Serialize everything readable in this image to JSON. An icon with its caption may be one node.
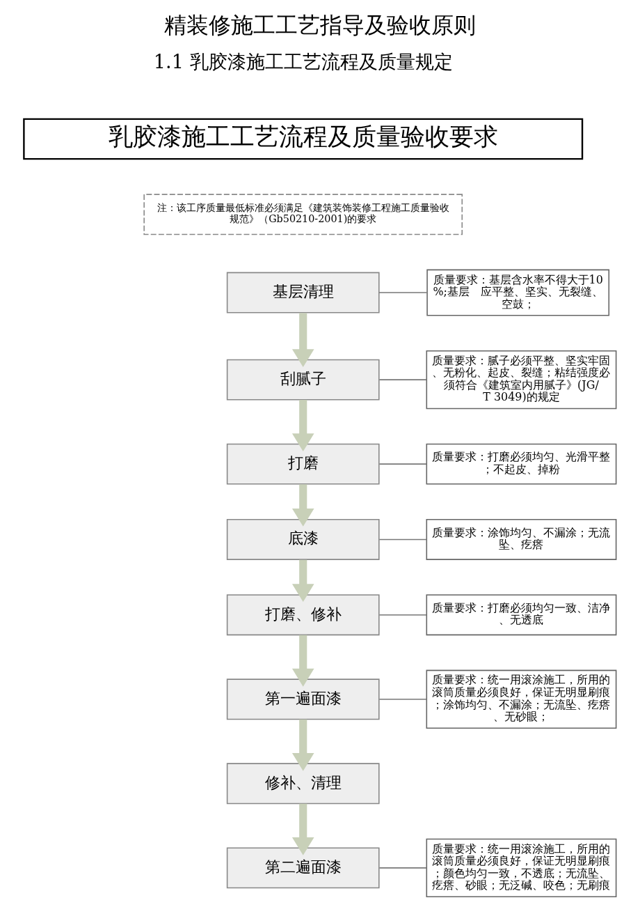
{
  "diagram": {
    "title": "精装修施工工艺指导及验收原则",
    "nodes": [
      {
        "text": [
          "乳胶漆施工工艺流程及质量验收要求"
        ]
      },
      {
        "text": [
          "注：该工序质量最低标准必须满足《建筑装饰装修工程施工质量验收规范》（Gb50210-2001)的要求"
        ]
      },
      {
        "text": [
          "质量要求：基层含水率不得大于10%;基层　应平整、坚实、无裂缝、空鼓；"
        ]
      },
      {
        "text": [
          "基层清理"
        ]
      },
      {
        "text": [
          "质量要求：腻子必须平整、坚实牢固、无粉化、起皮、裂缝；粘结强度必须符合《建筑室内用腻子》(JG/T 3049)的规定"
        ]
      },
      {
        "text": [
          "刮腻子"
        ]
      },
      {
        "text": [
          "质量要求：打磨必须均匀、光滑平整；不起皮、掉粉"
        ]
      },
      {
        "text": [
          "打磨"
        ]
      },
      {
        "text": [
          "质量要求：涂饰均匀、不漏涂；无流坠、疙瘩"
        ]
      },
      {
        "text": [
          "底漆"
        ]
      },
      {
        "text": [
          "质量要求：打磨必须均匀一致、洁净、无透底"
        ]
      },
      {
        "text": [
          "打磨、修补"
        ]
      },
      {
        "text": [
          "质量要求：统一用滚涂施工，所用的滚筒质量必须良好，保证无明显刷痕；涂饰均匀、不漏涂；无流坠、疙瘩、无砂眼；"
        ]
      },
      {
        "text": [
          "第一遍面漆"
        ]
      },
      {
        "text": [
          "修补、清理"
        ]
      },
      {
        "text": [
          "质量要求：统一用滚涂施工，所用的滚筒质量必须良好，保证无明显刷痕；颜色均匀一致，不透底；无流坠、疙瘩、砂眼；无泛碱、咬色；无刷痕"
        ]
      },
      {
        "text": [
          "第二遍面漆"
        ]
      }
    ],
    "edges": [
      {
        "from": 3,
        "to": 5,
        "arrow": "to",
        "style": "thick"
      },
      {
        "from": 5,
        "to": 7,
        "arrow": "to",
        "style": "thick"
      },
      {
        "from": 7,
        "to": 9,
        "arrow": "to",
        "style": "thick"
      },
      {
        "from": 9,
        "to": 11,
        "arrow": "to",
        "style": "thick"
      },
      {
        "from": 11,
        "to": 13,
        "arrow": "to",
        "style": "thick"
      },
      {
        "from": 13,
        "to": 14,
        "arrow": "to",
        "style": "thick"
      },
      {
        "from": 14,
        "to": 16,
        "arrow": "to",
        "style": "thick"
      },
      {
        "from": 2,
        "to": 3,
        "arrow": "none"
      },
      {
        "from": 4,
        "to": 5,
        "arrow": "none"
      },
      {
        "from": 6,
        "to": 7,
        "arrow": "none"
      },
      {
        "from": 8,
        "to": 9,
        "arrow": "none"
      },
      {
        "from": 10,
        "to": 11,
        "arrow": "none"
      },
      {
        "from": 12,
        "to": 13,
        "arrow": "none"
      },
      {
        "from": 15,
        "to": 16,
        "arrow": "none"
      }
    ],
    "labels": [
      "1.1 乳胶漆施工工艺流程及质量规定"
    ]
  }
}
